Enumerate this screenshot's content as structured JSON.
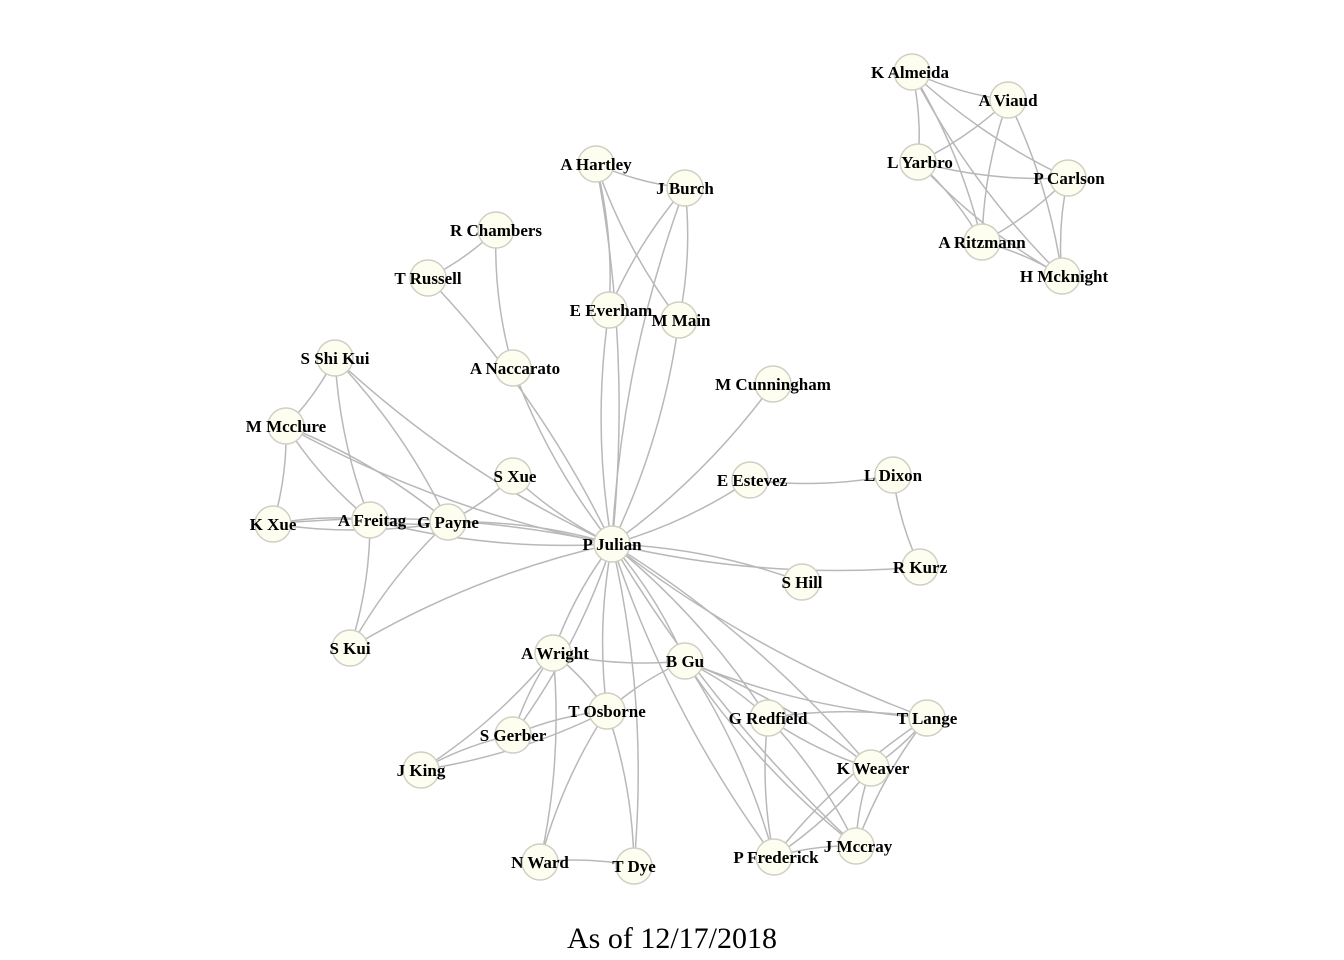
{
  "caption": "As of 12/17/2018",
  "colors": {
    "edge": "#b8b8b8",
    "node_fill": "#fdfdf0",
    "node_stroke": "#cfcfc4",
    "label": "#000000"
  },
  "nodes": [
    {
      "id": "kalmeida",
      "label": "K Almeida"
    },
    {
      "id": "aviaud",
      "label": "A Viaud"
    },
    {
      "id": "lyarbro",
      "label": "L Yarbro"
    },
    {
      "id": "pcarlson",
      "label": "P Carlson"
    },
    {
      "id": "aritzmann",
      "label": "A Ritzmann"
    },
    {
      "id": "hmcknight",
      "label": "H Mcknight"
    },
    {
      "id": "ahartley",
      "label": "A Hartley"
    },
    {
      "id": "jburch",
      "label": "J Burch"
    },
    {
      "id": "rchambers",
      "label": "R Chambers"
    },
    {
      "id": "trussell",
      "label": "T Russell"
    },
    {
      "id": "eeverham",
      "label": "E Everham"
    },
    {
      "id": "mmain",
      "label": "M Main"
    },
    {
      "id": "sshikui",
      "label": "S Shi Kui"
    },
    {
      "id": "anaccarato",
      "label": "A Naccarato"
    },
    {
      "id": "mcunningham",
      "label": "M Cunningham"
    },
    {
      "id": "mmcclure",
      "label": "M Mcclure"
    },
    {
      "id": "sxue",
      "label": "S Xue"
    },
    {
      "id": "eestevez",
      "label": "E Estevez"
    },
    {
      "id": "ldixon",
      "label": "L Dixon"
    },
    {
      "id": "kxue",
      "label": "K Xue"
    },
    {
      "id": "afreitag",
      "label": "A Freitag"
    },
    {
      "id": "gpayne",
      "label": "G Payne"
    },
    {
      "id": "pjulian",
      "label": "P Julian"
    },
    {
      "id": "shill",
      "label": "S Hill"
    },
    {
      "id": "rkurz",
      "label": "R Kurz"
    },
    {
      "id": "skui",
      "label": "S Kui"
    },
    {
      "id": "awright",
      "label": "A Wright"
    },
    {
      "id": "bgu",
      "label": "B Gu"
    },
    {
      "id": "tosborne",
      "label": "T Osborne"
    },
    {
      "id": "gredfield",
      "label": "G Redfield"
    },
    {
      "id": "tlange",
      "label": "T Lange"
    },
    {
      "id": "sgerber",
      "label": "S Gerber"
    },
    {
      "id": "jking",
      "label": "J King"
    },
    {
      "id": "kweaver",
      "label": "K Weaver"
    },
    {
      "id": "nward",
      "label": "N Ward"
    },
    {
      "id": "tdye",
      "label": "T Dye"
    },
    {
      "id": "pfrederick",
      "label": "P Frederick"
    },
    {
      "id": "jmccray",
      "label": "J Mccray"
    }
  ],
  "edges": [
    [
      "kalmeida",
      "aviaud"
    ],
    [
      "kalmeida",
      "lyarbro"
    ],
    [
      "kalmeida",
      "pcarlson"
    ],
    [
      "kalmeida",
      "aritzmann"
    ],
    [
      "kalmeida",
      "hmcknight"
    ],
    [
      "aviaud",
      "lyarbro"
    ],
    [
      "aviaud",
      "aritzmann"
    ],
    [
      "aviaud",
      "hmcknight"
    ],
    [
      "lyarbro",
      "pcarlson"
    ],
    [
      "lyarbro",
      "aritzmann"
    ],
    [
      "lyarbro",
      "hmcknight"
    ],
    [
      "pcarlson",
      "aritzmann"
    ],
    [
      "pcarlson",
      "hmcknight"
    ],
    [
      "aritzmann",
      "hmcknight"
    ],
    [
      "ahartley",
      "jburch"
    ],
    [
      "ahartley",
      "eeverham"
    ],
    [
      "ahartley",
      "mmain"
    ],
    [
      "ahartley",
      "pjulian"
    ],
    [
      "jburch",
      "eeverham"
    ],
    [
      "jburch",
      "mmain"
    ],
    [
      "jburch",
      "pjulian"
    ],
    [
      "rchambers",
      "trussell"
    ],
    [
      "rchambers",
      "anaccarato"
    ],
    [
      "trussell",
      "pjulian"
    ],
    [
      "eeverham",
      "pjulian"
    ],
    [
      "mmain",
      "pjulian"
    ],
    [
      "anaccarato",
      "pjulian"
    ],
    [
      "mcunningham",
      "pjulian"
    ],
    [
      "sxue",
      "pjulian"
    ],
    [
      "sxue",
      "gpayne"
    ],
    [
      "eestevez",
      "ldixon"
    ],
    [
      "eestevez",
      "pjulian"
    ],
    [
      "ldixon",
      "rkurz"
    ],
    [
      "rkurz",
      "pjulian"
    ],
    [
      "shill",
      "pjulian"
    ],
    [
      "sshikui",
      "mmcclure"
    ],
    [
      "sshikui",
      "afreitag"
    ],
    [
      "sshikui",
      "gpayne"
    ],
    [
      "sshikui",
      "pjulian"
    ],
    [
      "mmcclure",
      "kxue"
    ],
    [
      "mmcclure",
      "afreitag"
    ],
    [
      "mmcclure",
      "gpayne"
    ],
    [
      "mmcclure",
      "pjulian"
    ],
    [
      "kxue",
      "afreitag"
    ],
    [
      "kxue",
      "gpayne"
    ],
    [
      "kxue",
      "pjulian"
    ],
    [
      "afreitag",
      "gpayne"
    ],
    [
      "afreitag",
      "skui"
    ],
    [
      "afreitag",
      "pjulian"
    ],
    [
      "gpayne",
      "pjulian"
    ],
    [
      "gpayne",
      "skui"
    ],
    [
      "skui",
      "pjulian"
    ],
    [
      "pjulian",
      "awright"
    ],
    [
      "pjulian",
      "bgu"
    ],
    [
      "pjulian",
      "tosborne"
    ],
    [
      "pjulian",
      "gredfield"
    ],
    [
      "pjulian",
      "tlange"
    ],
    [
      "pjulian",
      "kweaver"
    ],
    [
      "pjulian",
      "jmccray"
    ],
    [
      "pjulian",
      "tdye"
    ],
    [
      "pjulian",
      "pfrederick"
    ],
    [
      "pjulian",
      "sgerber"
    ],
    [
      "awright",
      "bgu"
    ],
    [
      "awright",
      "tosborne"
    ],
    [
      "awright",
      "sgerber"
    ],
    [
      "awright",
      "jking"
    ],
    [
      "bgu",
      "tosborne"
    ],
    [
      "bgu",
      "gredfield"
    ],
    [
      "bgu",
      "tlange"
    ],
    [
      "bgu",
      "kweaver"
    ],
    [
      "bgu",
      "jmccray"
    ],
    [
      "bgu",
      "pfrederick"
    ],
    [
      "tosborne",
      "sgerber"
    ],
    [
      "tosborne",
      "jking"
    ],
    [
      "tosborne",
      "nward"
    ],
    [
      "tosborne",
      "tdye"
    ],
    [
      "sgerber",
      "jking"
    ],
    [
      "nward",
      "tdye"
    ],
    [
      "nward",
      "awright"
    ],
    [
      "gredfield",
      "tlange"
    ],
    [
      "gredfield",
      "kweaver"
    ],
    [
      "gredfield",
      "jmccray"
    ],
    [
      "gredfield",
      "pfrederick"
    ],
    [
      "tlange",
      "kweaver"
    ],
    [
      "tlange",
      "jmccray"
    ],
    [
      "kweaver",
      "pfrederick"
    ],
    [
      "kweaver",
      "jmccray"
    ],
    [
      "pfrederick",
      "jmccray"
    ],
    [
      "tlange",
      "pfrederick"
    ]
  ]
}
